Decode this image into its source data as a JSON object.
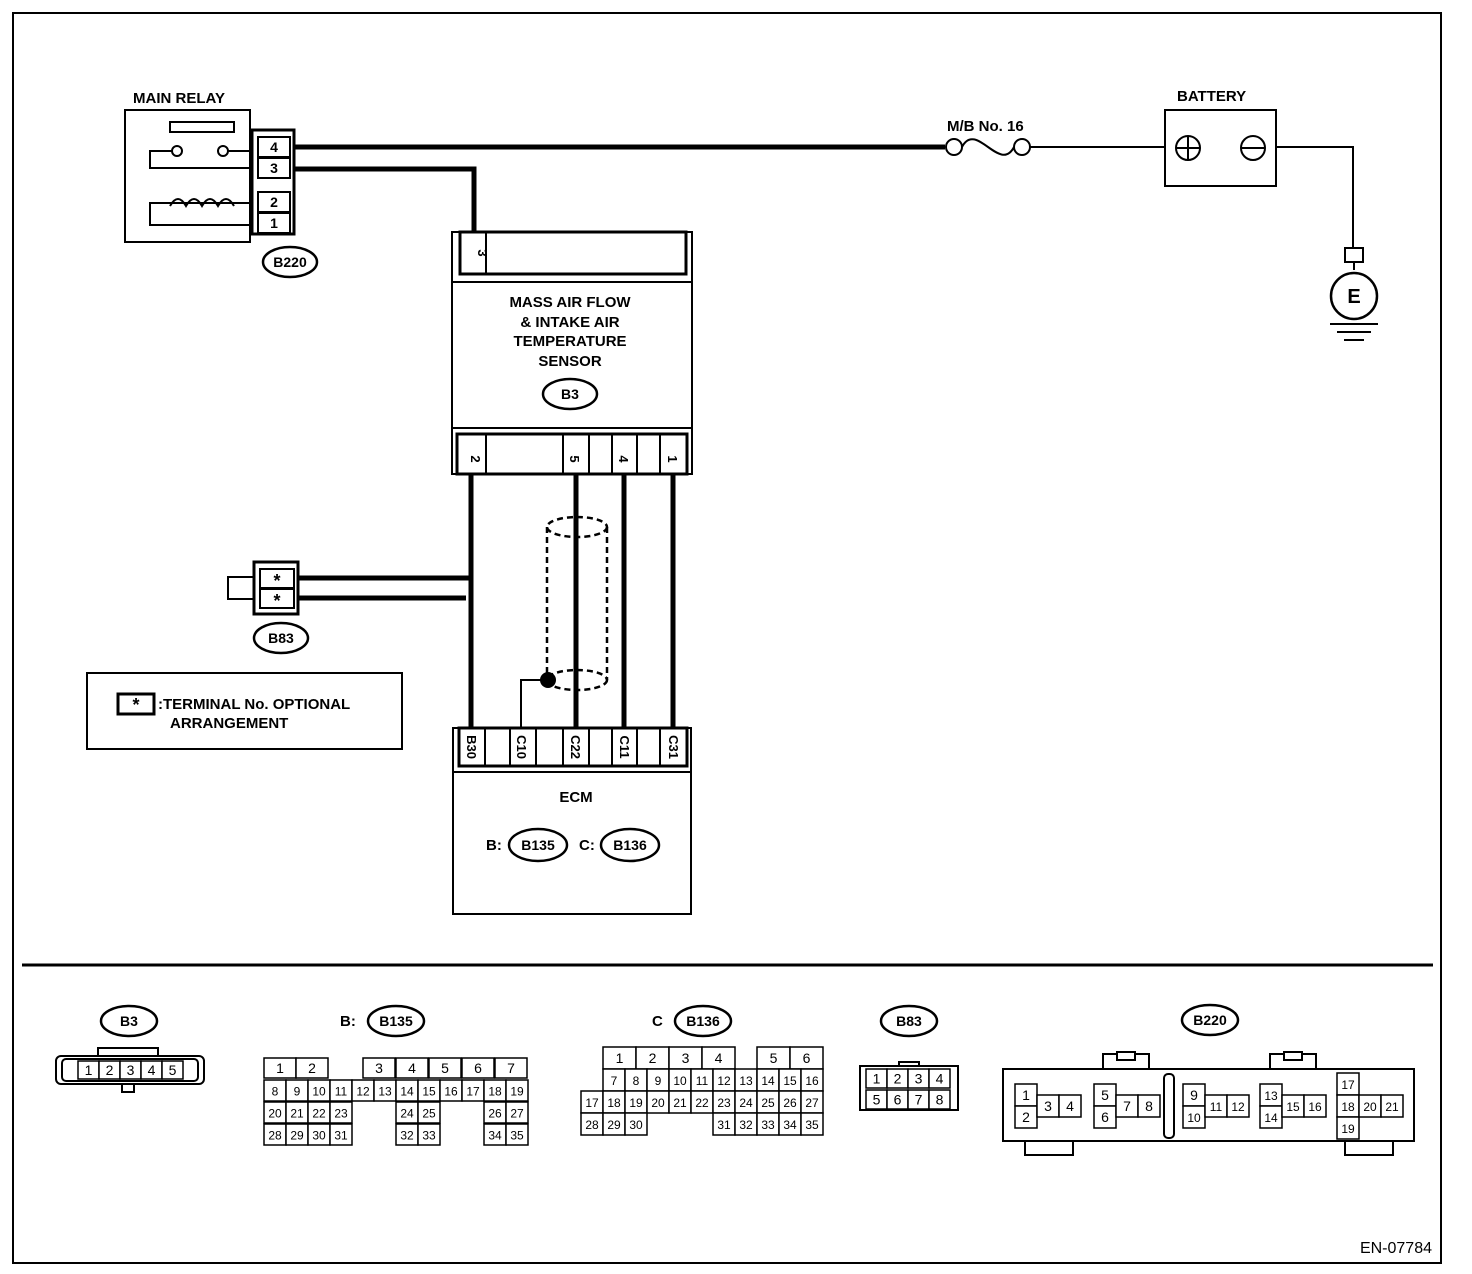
{
  "diagram_id": "EN-07784",
  "main_relay": {
    "title": "MAIN RELAY",
    "connector": "B220",
    "pins": [
      "4",
      "3",
      "2",
      "1"
    ]
  },
  "fuse": {
    "label": "M/B No. 16"
  },
  "battery": {
    "title": "BATTERY",
    "ground": "E"
  },
  "maf_sensor": {
    "title_lines": [
      "MASS AIR FLOW",
      "& INTAKE AIR",
      "TEMPERATURE",
      "SENSOR"
    ],
    "connector": "B3",
    "top_pin": "3",
    "bottom_pins": [
      "2",
      "5",
      "4",
      "1"
    ]
  },
  "b83": {
    "connector": "B83",
    "pins": [
      "*",
      "*"
    ]
  },
  "legend": {
    "symbol": "*",
    "line1": ":TERMINAL No. OPTIONAL",
    "line2": "ARRANGEMENT"
  },
  "ecm": {
    "title": "ECM",
    "pins": [
      "B30",
      "C10",
      "C22",
      "C11",
      "C31"
    ],
    "b_prefix": "B:",
    "b_connector": "B135",
    "c_prefix": "C:",
    "c_connector": "B136"
  },
  "connector_views": {
    "b3": {
      "name": "B3",
      "pins": [
        "1",
        "2",
        "3",
        "4",
        "5"
      ]
    },
    "b135": {
      "prefix": "B:",
      "name": "B135",
      "rows": [
        [
          "1",
          "2",
          "3",
          "4",
          "5",
          "6",
          "7"
        ],
        [
          "8",
          "9",
          "10",
          "11",
          "12",
          "13",
          "14",
          "15",
          "16",
          "17",
          "18",
          "19"
        ],
        [
          "20",
          "21",
          "22",
          "23",
          "24",
          "25",
          "26",
          "27"
        ],
        [
          "28",
          "29",
          "30",
          "31",
          "32",
          "33",
          "34",
          "35"
        ]
      ]
    },
    "b136": {
      "prefix": "C",
      "name": "B136",
      "rows": [
        [
          "1",
          "2",
          "3",
          "4",
          "5",
          "6"
        ],
        [
          "7",
          "8",
          "9",
          "10",
          "11",
          "12",
          "13",
          "14",
          "15",
          "16"
        ],
        [
          "17",
          "18",
          "19",
          "20",
          "21",
          "22",
          "23",
          "24",
          "25",
          "26",
          "27"
        ],
        [
          "28",
          "29",
          "30",
          "31",
          "32",
          "33",
          "34",
          "35"
        ]
      ]
    },
    "b83": {
      "name": "B83",
      "rows": [
        [
          "1",
          "2",
          "3",
          "4"
        ],
        [
          "5",
          "6",
          "7",
          "8"
        ]
      ]
    },
    "b220": {
      "name": "B220",
      "pins": [
        "1",
        "2",
        "3",
        "4",
        "5",
        "6",
        "7",
        "8",
        "9",
        "10",
        "11",
        "12",
        "13",
        "14",
        "15",
        "16",
        "17",
        "18",
        "19",
        "20",
        "21"
      ]
    }
  }
}
